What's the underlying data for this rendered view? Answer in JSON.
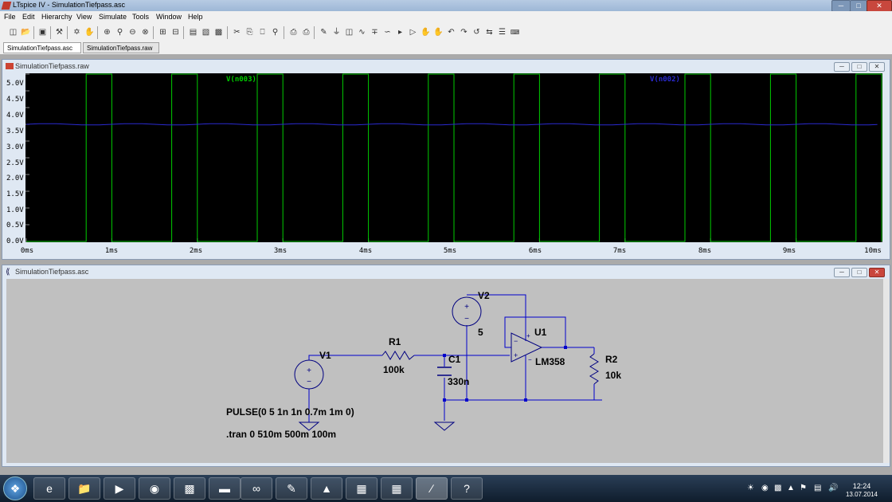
{
  "app": {
    "title": "LTspice IV - SimulationTiefpass.asc",
    "menu": [
      "File",
      "Edit",
      "Hierarchy",
      "View",
      "Simulate",
      "Tools",
      "Window",
      "Help"
    ]
  },
  "tabs": [
    {
      "label": "SimulationTiefpass.asc",
      "active": true
    },
    {
      "label": "SimulationTiefpass.raw",
      "active": false
    }
  ],
  "waveform_window": {
    "title": "SimulationTiefpass.raw",
    "trace_labels": [
      "V(n003)",
      "V(n002)"
    ],
    "y_ticks": [
      "5.0V",
      "4.5V",
      "4.0V",
      "3.5V",
      "3.0V",
      "2.5V",
      "2.0V",
      "1.5V",
      "1.0V",
      "0.5V",
      "0.0V"
    ],
    "x_ticks": [
      "0ms",
      "1ms",
      "2ms",
      "3ms",
      "4ms",
      "5ms",
      "6ms",
      "7ms",
      "8ms",
      "9ms",
      "10ms"
    ]
  },
  "chart_data": {
    "type": "line",
    "xlabel": "",
    "ylabel": "",
    "xlim": [
      0,
      10
    ],
    "ylim": [
      0,
      5
    ],
    "x_unit": "ms",
    "y_unit": "V",
    "series": [
      {
        "name": "V(n003)",
        "color": "#00cc00",
        "kind": "pulse",
        "period": 1.0,
        "high_width": 0.3,
        "high": 5.0,
        "low": 0.0,
        "first_rise": 0.7,
        "x_end": 10.0
      },
      {
        "name": "V(n002)",
        "color": "#2a2ad0",
        "kind": "ripple",
        "mean": 3.5,
        "amplitude": 0.02,
        "period": 1.0,
        "x_end": 10.0
      }
    ]
  },
  "schematic_window": {
    "title": "SimulationTiefpass.asc",
    "components": {
      "V1": {
        "name": "V1"
      },
      "V2": {
        "name": "V2",
        "value": "5"
      },
      "R1": {
        "name": "R1",
        "value": "100k"
      },
      "C1": {
        "name": "C1",
        "value": "330n"
      },
      "U1": {
        "name": "U1",
        "value": "LM358"
      },
      "R2": {
        "name": "R2",
        "value": "10k"
      }
    },
    "directive_pulse": "PULSE(0 5 1n 1n 0.7m 1m 0)",
    "directive_tran": ".tran 0 510m 500m 100m"
  },
  "taskbar": {
    "time": "12:24",
    "date": "13.07.2014"
  },
  "colors": {
    "plot_bg": "#000000",
    "grid_green": "#00cc00",
    "trace_blue": "#2a2ad0",
    "wire": "#0000cc",
    "schem_bg": "#c0c0c0"
  }
}
